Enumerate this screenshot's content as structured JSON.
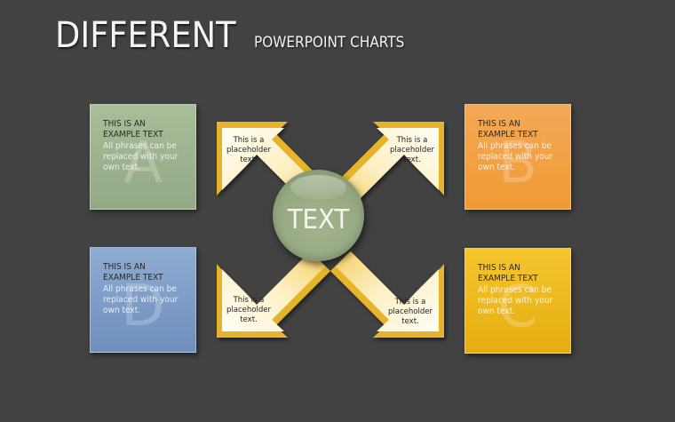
{
  "header": {
    "title": "DIFFERENT",
    "subtitle": "POWERPOINT CHARTS"
  },
  "center": {
    "label": "TEXT",
    "color": "#97a983"
  },
  "arrows": [
    {
      "position": "top-left",
      "line1": "This is a",
      "line2": "placeholder",
      "line3": "text."
    },
    {
      "position": "top-right",
      "line1": "This is a",
      "line2": "placeholder",
      "line3": "text."
    },
    {
      "position": "bottom-left",
      "line1": "This is a",
      "line2": "placeholder",
      "line3": "text."
    },
    {
      "position": "bottom-right",
      "line1": "This is a",
      "line2": "placeholder",
      "line3": "text."
    }
  ],
  "arrow_colors": {
    "outer": "#e8b830",
    "inner_light": "#fffdf0",
    "inner_warm": "#f7d680"
  },
  "boxes": [
    {
      "id": "A",
      "position": "top-left",
      "letter": "A",
      "heading1": "THIS IS AN",
      "heading2": "EXAMPLE TEXT",
      "body1": "All phrases can be",
      "body2": "replaced with your",
      "body3": "own text.",
      "color": "#a9bd98"
    },
    {
      "id": "B",
      "position": "top-right",
      "letter": "B",
      "heading1": "THIS IS AN",
      "heading2": "EXAMPLE TEXT",
      "body1": "All phrases can be",
      "body2": "replaced with your",
      "body3": "own text.",
      "color": "#f4a957"
    },
    {
      "id": "D",
      "position": "bottom-left",
      "letter": "D",
      "heading1": "THIS IS AN",
      "heading2": "EXAMPLE TEXT",
      "body1": "All phrases can be",
      "body2": "replaced with your",
      "body3": "own text.",
      "color": "#8eabd2"
    },
    {
      "id": "C",
      "position": "bottom-right",
      "letter": "C",
      "heading1": "THIS IS AN",
      "heading2": "EXAMPLE TEXT",
      "body1": "All phrases can be",
      "body2": "replaced with your",
      "body3": "own text.",
      "color": "#f5c52e"
    }
  ]
}
